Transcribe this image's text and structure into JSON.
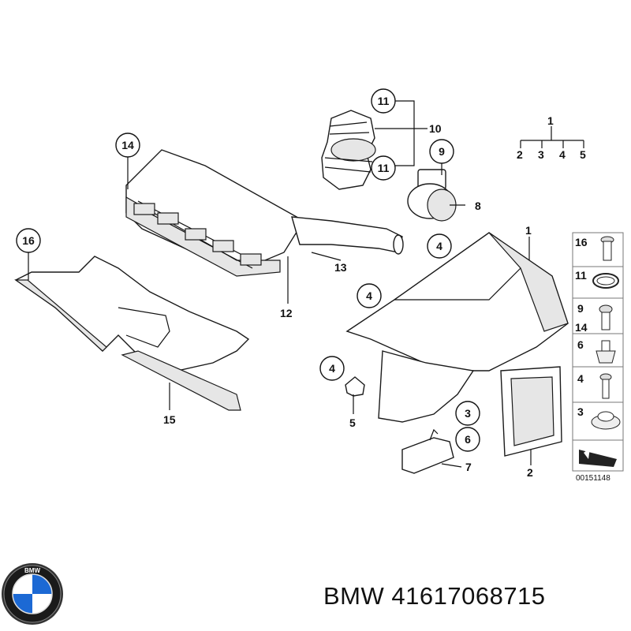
{
  "diagram": {
    "callouts": {
      "c14": "14",
      "c16": "16",
      "c11a": "11",
      "c11b": "11",
      "c10": "10",
      "c9": "9",
      "c8": "8",
      "c13": "13",
      "c12": "12",
      "c15": "15",
      "c4a": "4",
      "c4b": "4",
      "c4c": "4",
      "c1": "1",
      "c5": "5",
      "c3": "3",
      "c6": "6",
      "c7": "7",
      "c2": "2"
    },
    "tree": {
      "top": "1",
      "children": [
        "2",
        "3",
        "4",
        "5"
      ]
    },
    "legend": {
      "items": [
        "16",
        "11",
        "9",
        "14",
        "6",
        "4",
        "3"
      ],
      "code": "00151148"
    }
  },
  "footer": {
    "brand": "BMW",
    "part_number": "41617068715",
    "logo_text": "BMW"
  },
  "colors": {
    "line": "#1a1a1a",
    "logo_blue": "#1c69d4",
    "logo_ring": "#222222"
  }
}
